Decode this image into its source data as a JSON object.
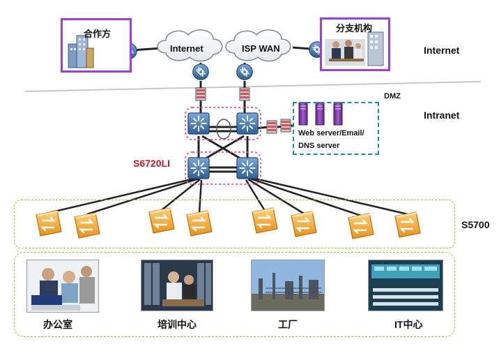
{
  "zones": {
    "internet": "Internet",
    "intranet": "Intranet",
    "dmz": "DMZ"
  },
  "nodes": {
    "partner": "合作方",
    "branch": "分支机构",
    "cloud_internet": "Internet",
    "cloud_isp": "ISP WAN",
    "core_switch": "S6720LI",
    "servers_line1": "Web server/Email/",
    "servers_line2": "DNS server",
    "access_switch": "S5700"
  },
  "sites": [
    {
      "label": "办公室"
    },
    {
      "label": "培训中心"
    },
    {
      "label": "工厂"
    },
    {
      "label": "IT中心"
    }
  ],
  "colors": {
    "frame_purple": "#9b3fd6",
    "dmz_teal": "#1f8f8f",
    "group_green": "#8cc63f",
    "core_pink": "#e0529c",
    "core_label_red": "#c0182b",
    "switch_orange": "#f5a623",
    "device_blue": "#3d6fa8",
    "server_purple": "#7b3fa0"
  },
  "icons": [
    "router-icon",
    "firewall-icon",
    "core-switch-icon",
    "access-switch-icon",
    "server-icon",
    "cloud-icon",
    "building-icon"
  ]
}
